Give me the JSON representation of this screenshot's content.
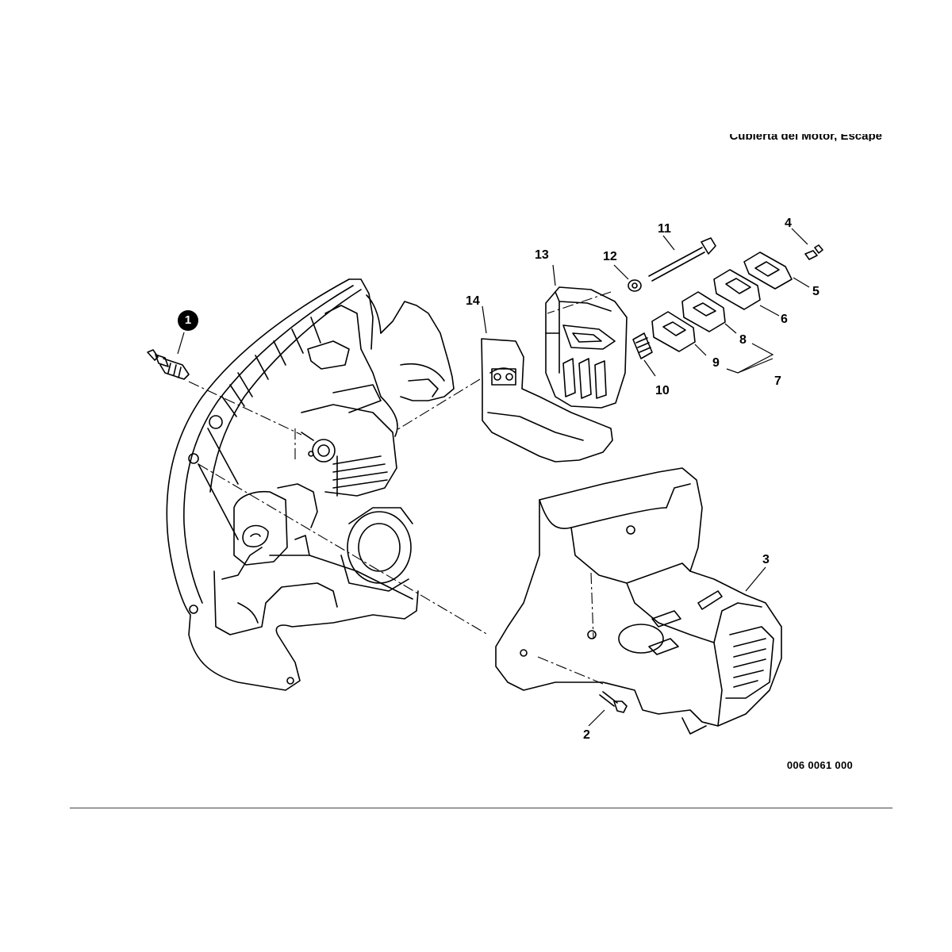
{
  "header": {
    "title": "Cubierta del Motor, Escape"
  },
  "footer": {
    "reference_number": "006 0061 000"
  },
  "callouts": {
    "c1": "1",
    "c2": "2",
    "c3": "3",
    "c4": "4",
    "c5": "5",
    "c6": "6",
    "c7": "7",
    "c8": "8",
    "c9": "9",
    "c10": "10",
    "c11": "11",
    "c12": "12",
    "c13": "13",
    "c14": "14"
  }
}
